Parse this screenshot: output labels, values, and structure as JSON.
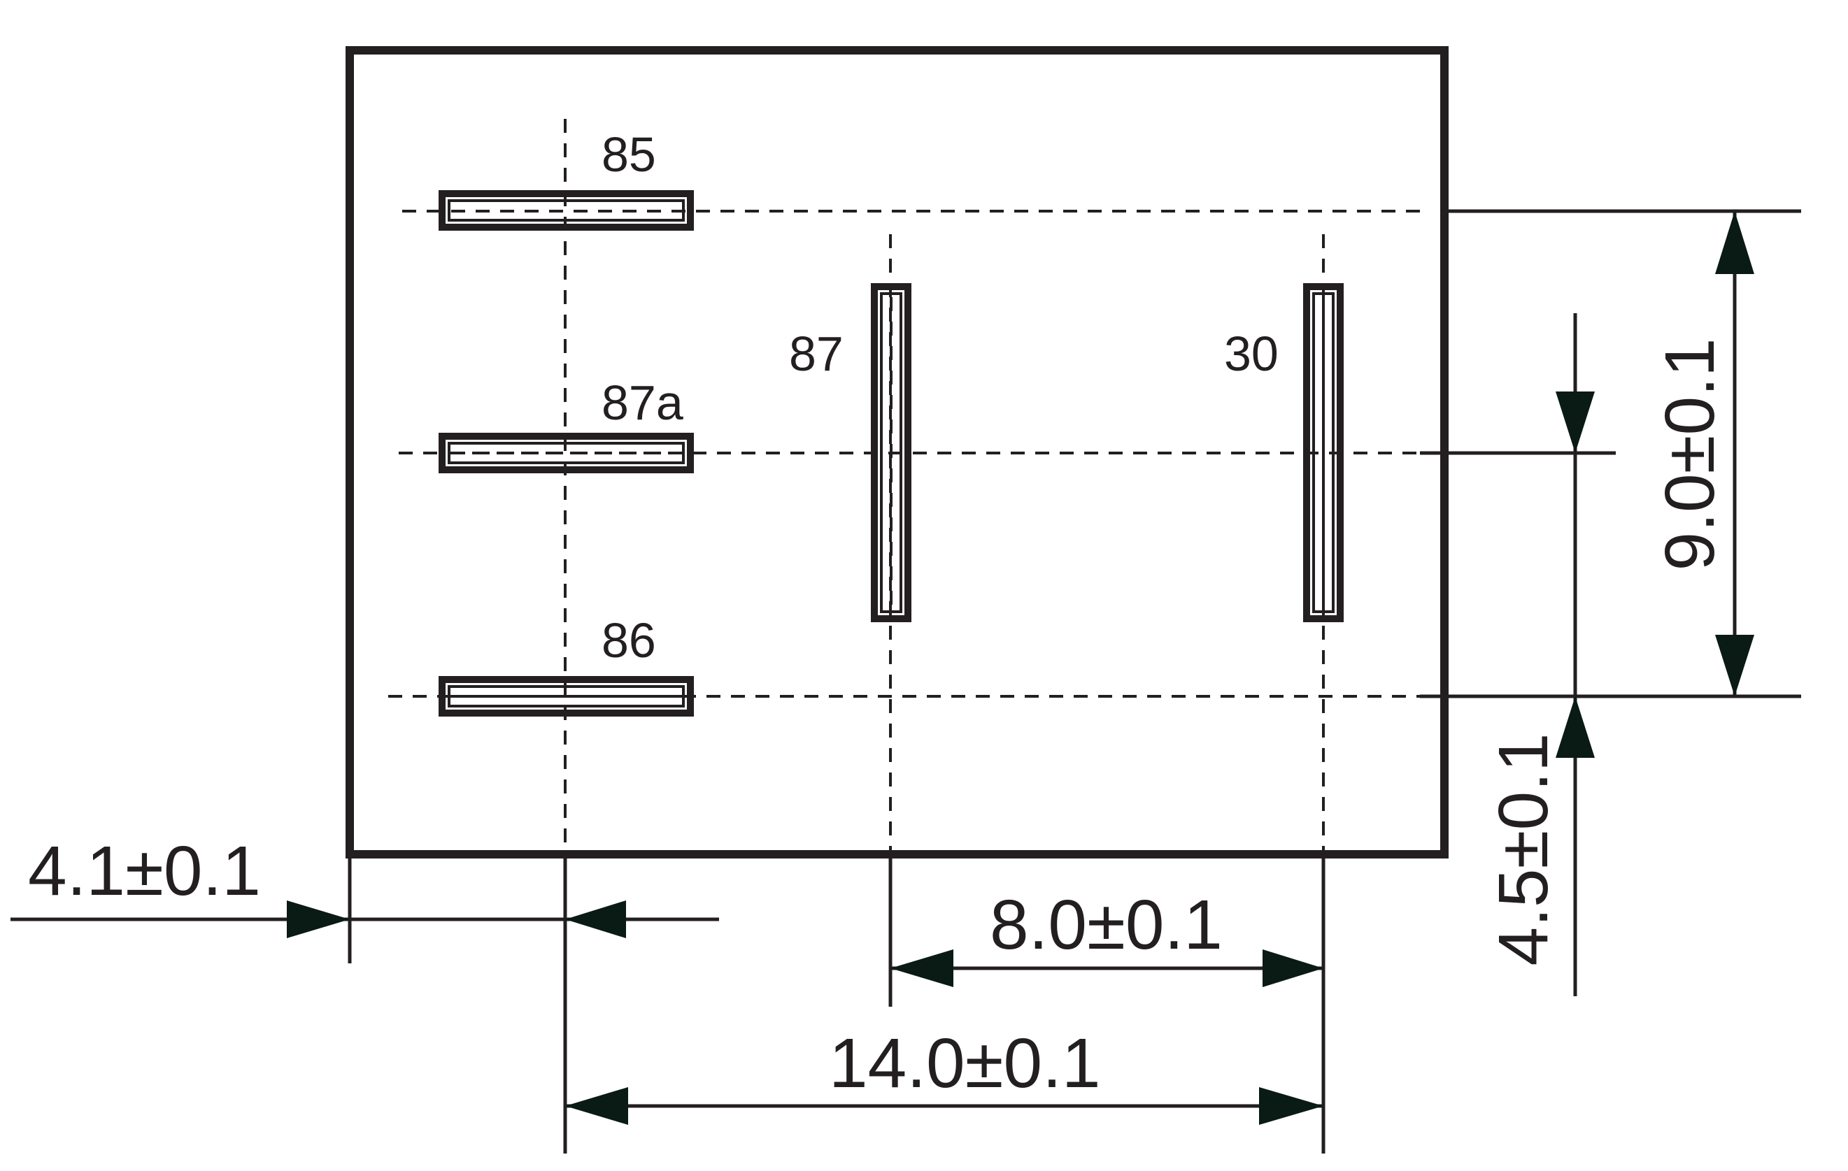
{
  "pins": {
    "pin_85": "85",
    "pin_87a": "87a",
    "pin_86": "86",
    "pin_87": "87",
    "pin_30": "30"
  },
  "dimensions": {
    "left_offset": "4.1±0.1",
    "spacing_87_30": "8.0±0.1",
    "spacing_86_30": "14.0±0.1",
    "vertical_total": "9.0±0.1",
    "vertical_half": "4.5±0.1"
  },
  "colors": {
    "line": "#231f20",
    "arrow": "#0a1a14",
    "background": "#ffffff"
  }
}
